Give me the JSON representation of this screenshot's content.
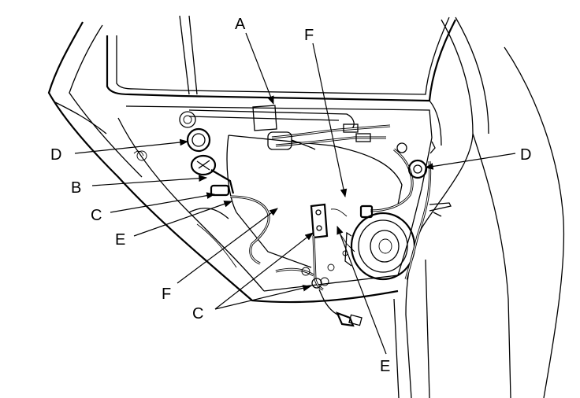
{
  "callouts": {
    "A": "A",
    "B": "B",
    "C_left": "C",
    "C_bottom": "C",
    "D_left": "D",
    "D_right": "D",
    "E_left": "E",
    "E_bottom": "E",
    "F_top": "F",
    "F_left": "F"
  },
  "colors": {
    "ink": "#000000",
    "paper": "#ffffff"
  }
}
